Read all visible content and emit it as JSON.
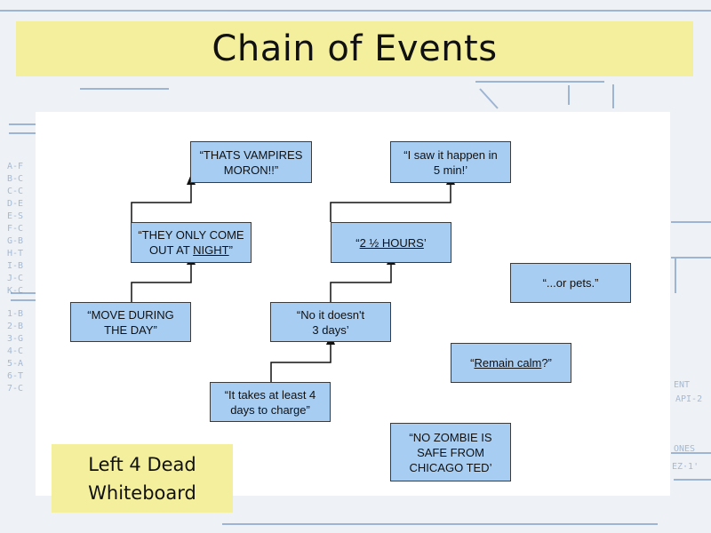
{
  "slide": {
    "title": "Chain of Events",
    "caption_line1": "Left 4 Dead",
    "caption_line2": "Whiteboard"
  },
  "colors": {
    "banner": "#f3ef9c",
    "node_fill": "#a7cdf3",
    "node_border": "#3b3b3b",
    "blueprint_ink": "#5b82b8"
  },
  "nodes": {
    "vampires_line1": "“THATS VAMPIRES",
    "vampires_line2": "MORON!!”",
    "saw_line1": "“I saw it happen in",
    "saw_line2": "5 min!’",
    "night_line1": "“THEY ONLY COME",
    "night_line2_pre": "OUT AT ",
    "night_line2_u": "NIGHT",
    "night_line2_post": "”",
    "hours_pre": "“",
    "hours_u": "2 ½ HOURS",
    "hours_post": "’",
    "pets": "“...or pets.”",
    "move_line1": "“MOVE DURING",
    "move_line2": "THE DAY”",
    "nodays_line1": "“No it doesn't",
    "nodays_line2": "3 days’",
    "calm_pre": "“",
    "calm_u": "Remain calm",
    "calm_post": "?”",
    "charge_line1": "“It takes at least 4",
    "charge_line2": "days to charge”",
    "zombie_line1": "“NO ZOMBIE IS",
    "zombie_line2": "SAFE FROM",
    "zombie_line3": "CHICAGO TED’"
  }
}
